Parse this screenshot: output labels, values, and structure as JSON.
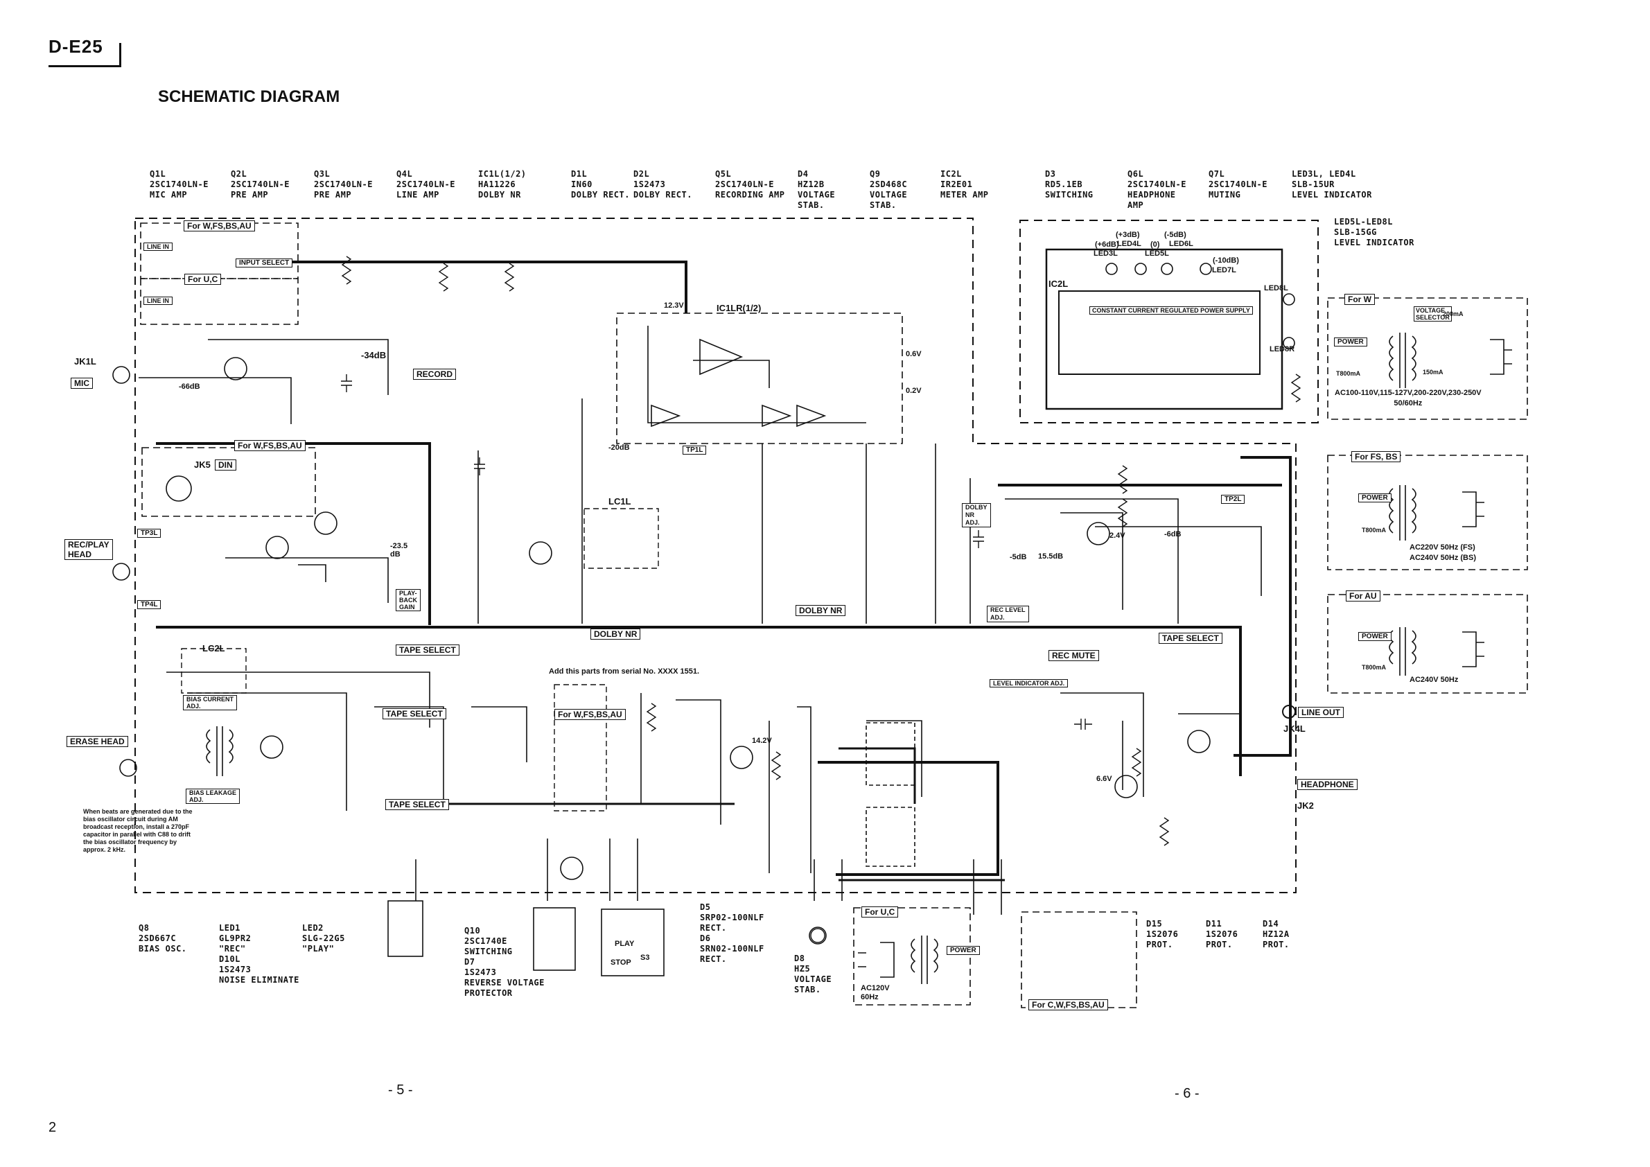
{
  "header": {
    "model": "D-E25",
    "title": "SCHEMATIC DIAGRAM"
  },
  "legend_top": [
    {
      "ref": "Q1L",
      "part": "2SC1740LN-E",
      "func": "MIC AMP"
    },
    {
      "ref": "Q2L",
      "part": "2SC1740LN-E",
      "func": "PRE AMP"
    },
    {
      "ref": "Q3L",
      "part": "2SC1740LN-E",
      "func": "PRE AMP"
    },
    {
      "ref": "Q4L",
      "part": "2SC1740LN-E",
      "func": "LINE AMP"
    },
    {
      "ref": "IC1L(1/2)",
      "part": "HA11226",
      "func": "DOLBY NR"
    },
    {
      "ref": "D1L",
      "part": "IN60",
      "func": "DOLBY RECT."
    },
    {
      "ref": "D2L",
      "part": "1S2473",
      "func": "DOLBY RECT."
    },
    {
      "ref": "Q5L",
      "part": "2SC1740LN-E",
      "func": "RECORDING AMP"
    },
    {
      "ref": "D4",
      "part": "HZ12B",
      "func": "VOLTAGE\nSTAB."
    },
    {
      "ref": "Q9",
      "part": "2SD468C",
      "func": "VOLTAGE\nSTAB."
    },
    {
      "ref": "IC2L",
      "part": "IR2E01",
      "func": "METER AMP"
    },
    {
      "ref": "D3",
      "part": "RD5.1EB",
      "func": "SWITCHING"
    },
    {
      "ref": "Q6L",
      "part": "2SC1740LN-E",
      "func": "HEADPHONE\nAMP"
    },
    {
      "ref": "Q7L",
      "part": "2SC1740LN-E",
      "func": "MUTING"
    },
    {
      "ref": "LED3L, LED4L",
      "part": "SLB-15UR",
      "func": "LEVEL INDICATOR"
    }
  ],
  "legend_led58": {
    "ref": "LED5L-LED8L",
    "part": "SLB-15GG",
    "func": "LEVEL INDICATOR"
  },
  "legend_bottom": [
    {
      "ref": "Q8",
      "part": "2SD667C",
      "func": "BIAS OSC."
    },
    {
      "ref": "LED1",
      "part": "GL9PR2",
      "func": "\"REC\"",
      "extra": "D10L\n1S2473\nNOISE ELIMINATE"
    },
    {
      "ref": "LED2",
      "part": "SLG-22G5",
      "func": "\"PLAY\""
    },
    {
      "ref": "Q10",
      "part": "2SC1740E",
      "func": "SWITCHING",
      "extra": "D7\n1S2473\nREVERSE VOLTAGE\nPROTECTOR"
    },
    {
      "ref": "D5",
      "part": "SRP02-100NLF",
      "func": "RECT.",
      "extra": "D6\nSRN02-100NLF\nRECT."
    },
    {
      "ref": "D8",
      "part": "HZ5",
      "func": "VOLTAGE\nSTAB."
    },
    {
      "ref": "D15",
      "part": "1S2076",
      "func": "PROT."
    },
    {
      "ref": "D11",
      "part": "1S2076",
      "func": "PROT."
    },
    {
      "ref": "D14",
      "part": "HZ12A",
      "func": "PROT."
    }
  ],
  "variant_boxes": {
    "w_fs_bs_au": "For W,FS,BS,AU",
    "u_c": "For U,C",
    "w_fs_bs_au_2": "For W,FS,BS,AU",
    "w_fs_bs_au_3": "For W,FS,BS,AU",
    "u_c_2": "For U,C",
    "c_w_fs_bs_au": "For C,W,FS,BS,AU",
    "for_w": "For W",
    "for_fs_bs": "For FS, BS",
    "for_au": "For AU"
  },
  "connectors": {
    "jk1l": "JK1L",
    "mic": "MIC",
    "rec_play_head": "REC/PLAY\nHEAD",
    "erase_head": "ERASE HEAD",
    "line_out": "LINE OUT",
    "jk4l": "JK4L",
    "headphone": "HEADPHONE",
    "jk2": "JK2",
    "jk5": "JK5",
    "din": "DIN",
    "line_in": "LINE IN",
    "input_select": "INPUT SELECT"
  },
  "switch_labels": {
    "record": "RECORD",
    "tape_select": "TAPE SELECT",
    "dolby_nr": "DOLBY NR",
    "rec_mute": "REC MUTE",
    "level_indicator_adj": "LEVEL INDICATOR ADJ.",
    "rec_level_adj": "REC LEVEL\nADJ.",
    "dolby_nr_adj": "DOLBY\nNR\nADJ.",
    "playback_gain": "PLAY-\nBACK\nGAIN",
    "bias_current_adj": "BIAS CURRENT\nADJ.",
    "bias_leakage_adj": "BIAS LEAKAGE\nADJ.",
    "power": "POWER",
    "tp1l": "TP1L",
    "tp2l": "TP2L",
    "tp3l": "TP3L",
    "tp4l": "TP4L",
    "play": "PLAY",
    "stop": "STOP",
    "s3": "S3",
    "constant_current": "CONSTANT CURRENT REGULATED POWER SUPPLY"
  },
  "ic_labels": {
    "ic1lr": "IC1LR(1/2)",
    "ic2l": "IC2L",
    "lc1l": "LC1L",
    "lc2l": "LC2L"
  },
  "level_meter": {
    "p3": "(+3dB)",
    "p6": "(+6dB)",
    "zero": "(0)",
    "m5": "(-5dB)",
    "m10": "(-10dB)",
    "led3l": "LED3L",
    "led4l": "LED4L",
    "led5l": "LED5L",
    "led6l": "LED6L",
    "led7l": "LED7L",
    "led8l": "LED8L",
    "led8r": "LED8R"
  },
  "power": {
    "w_spec": "AC100-110V,115-127V,200-220V,230-250V\n50/60Hz",
    "fs_spec": "AC220V 50Hz (FS)\nAC240V 50Hz (BS)",
    "au_spec": "AC240V 50Hz",
    "uc_spec": "AC120V\n60Hz",
    "fuse_t800": "T800mA",
    "fuse_200": "200mA",
    "fuse_150": "150mA",
    "voltage_selector": "VOLTAGE\nSELECTOR"
  },
  "levels": {
    "m66": "-66dB",
    "m34": "-34dB",
    "m20": "-20dB",
    "m23_5": "-23.5\ndB",
    "m6": "-6dB",
    "m5": "-5dB",
    "m15": "15.5dB",
    "v0_6": "0.6V",
    "v0_2": "0.2V",
    "v12_3": "12.3V",
    "v14_2": "14.2V",
    "v2_4": "2.4V",
    "v6_6": "6.6V"
  },
  "note": "When beats are generated due to the bias oscillator circuit during AM broadcast reception, install a 270pF capacitor in parallel with C88 to drift the bias oscillator frequency by approx. 2 kHz.",
  "serial_note": "Add this parts from serial No. XXXX 1551.",
  "page_numbers": {
    "left": "- 5 -",
    "right": "- 6 -",
    "corner": "2"
  }
}
